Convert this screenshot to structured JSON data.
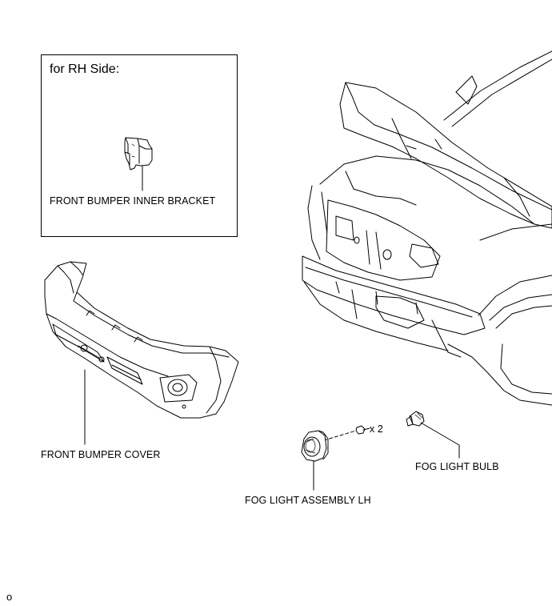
{
  "inset": {
    "title": "for RH Side:",
    "part_label": "FRONT BUMPER INNER BRACKET"
  },
  "labels": {
    "front_bumper_cover": "FRONT BUMPER COVER",
    "fog_light_assembly": "FOG LIGHT ASSEMBLY LH",
    "fog_light_bulb": "FOG LIGHT BULB",
    "screw_qty": "x 2"
  },
  "footer_mark": "o"
}
